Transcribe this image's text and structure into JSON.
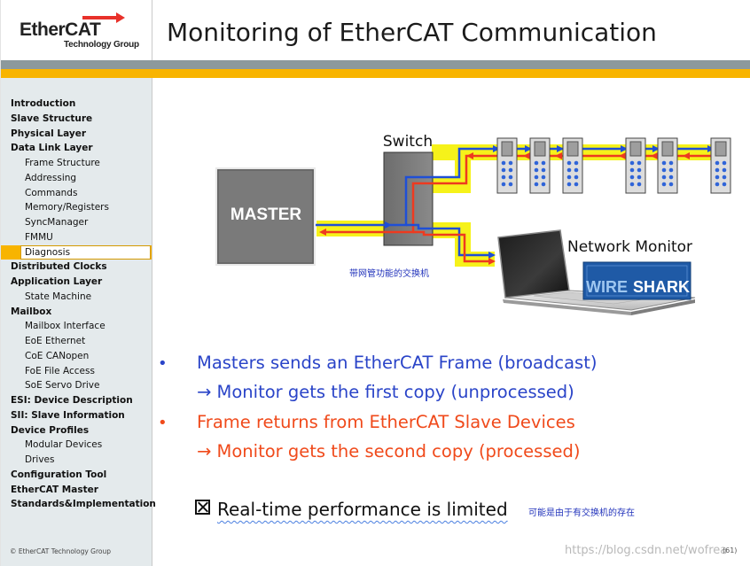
{
  "header": {
    "logo_main": "EtherCAT",
    "logo_sub": "Technology Group",
    "title": "Monitoring of EtherCAT Communication"
  },
  "sidebar": {
    "items": [
      {
        "label": "Introduction",
        "level": 1
      },
      {
        "label": "Slave Structure",
        "level": 1
      },
      {
        "label": "Physical Layer",
        "level": 1
      },
      {
        "label": "Data Link Layer",
        "level": 1
      },
      {
        "label": "Frame Structure",
        "level": 2
      },
      {
        "label": "Addressing",
        "level": 2
      },
      {
        "label": "Commands",
        "level": 2
      },
      {
        "label": "Memory/Registers",
        "level": 2
      },
      {
        "label": "SyncManager",
        "level": 2
      },
      {
        "label": "FMMU",
        "level": 2
      },
      {
        "label": "Diagnosis",
        "level": 2,
        "active": true
      },
      {
        "label": "Distributed Clocks",
        "level": 1
      },
      {
        "label": "Application Layer",
        "level": 1
      },
      {
        "label": "State Machine",
        "level": 2
      },
      {
        "label": "Mailbox",
        "level": 1
      },
      {
        "label": "Mailbox Interface",
        "level": 2
      },
      {
        "label": "EoE Ethernet",
        "level": 2
      },
      {
        "label": "CoE CANopen",
        "level": 2
      },
      {
        "label": "FoE File Access",
        "level": 2
      },
      {
        "label": "SoE Servo Drive",
        "level": 2
      },
      {
        "label": "ESI: Device Description",
        "level": 1
      },
      {
        "label": "SII: Slave Information",
        "level": 1
      },
      {
        "label": "Device Profiles",
        "level": 1
      },
      {
        "label": "Modular Devices",
        "level": 2
      },
      {
        "label": "Drives",
        "level": 2
      },
      {
        "label": "Configuration Tool",
        "level": 1
      },
      {
        "label": "EtherCAT Master",
        "level": 1
      },
      {
        "label": "Standards&Implementation",
        "level": 1
      }
    ],
    "copyright": "© EtherCAT Technology Group"
  },
  "diagram": {
    "master_label": "MASTER",
    "switch_label": "Switch",
    "monitor_label": "Network Monitor",
    "wireshark_label_a": "WIRE",
    "wireshark_label_b": "SHARK",
    "note_switch_cn": "带网管功能的交换机"
  },
  "content": {
    "bullet1": "Masters sends an EtherCAT Frame (broadcast)",
    "bullet1_sub": "→ Monitor gets the first copy (unprocessed)",
    "bullet2": "Frame returns from EtherCAT Slave Devices",
    "bullet2_sub": "→ Monitor gets the second copy (processed)",
    "bullet_symbol": "•",
    "realtime": "Real-time performance is limited",
    "note_realtime_cn": "可能是由于有交换机的存在"
  },
  "footer": {
    "watermark": "https://blog.csdn.net/wofrea",
    "page": "(61)"
  },
  "colors": {
    "accent_orange": "#f8b400",
    "bar_gray": "#8c999c",
    "sidebar_bg": "#e4eaec",
    "bullet_blue": "#2a44c8",
    "bullet_red": "#f04a1b",
    "line_blue": "#1f4fd6",
    "line_red": "#ee3a1f",
    "line_yellow": "#f6f21a"
  }
}
